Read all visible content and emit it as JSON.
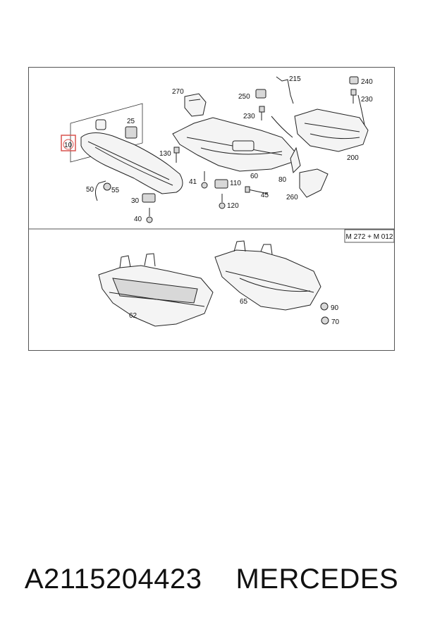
{
  "diagram": {
    "engine_label": "M 272 + M 012",
    "highlighted_part": "10",
    "part_labels": {
      "p10": "10",
      "p25": "25",
      "p50": "50",
      "p55": "55",
      "p30": "30",
      "p40": "40",
      "p130": "130",
      "p270": "270",
      "p41": "41",
      "p110": "110",
      "p120": "120",
      "p250": "250",
      "p230a": "230",
      "p215": "215",
      "p60": "60",
      "p80": "80",
      "p45": "45",
      "p260": "260",
      "p240": "240",
      "p230b": "230",
      "p200": "200",
      "p62": "62",
      "p65": "65",
      "p90": "90",
      "p70": "70"
    }
  },
  "caption": {
    "part_number": "A2115204423",
    "brand": "MERCEDES"
  },
  "colors": {
    "highlight": "#d9534f",
    "stroke": "#222222"
  }
}
